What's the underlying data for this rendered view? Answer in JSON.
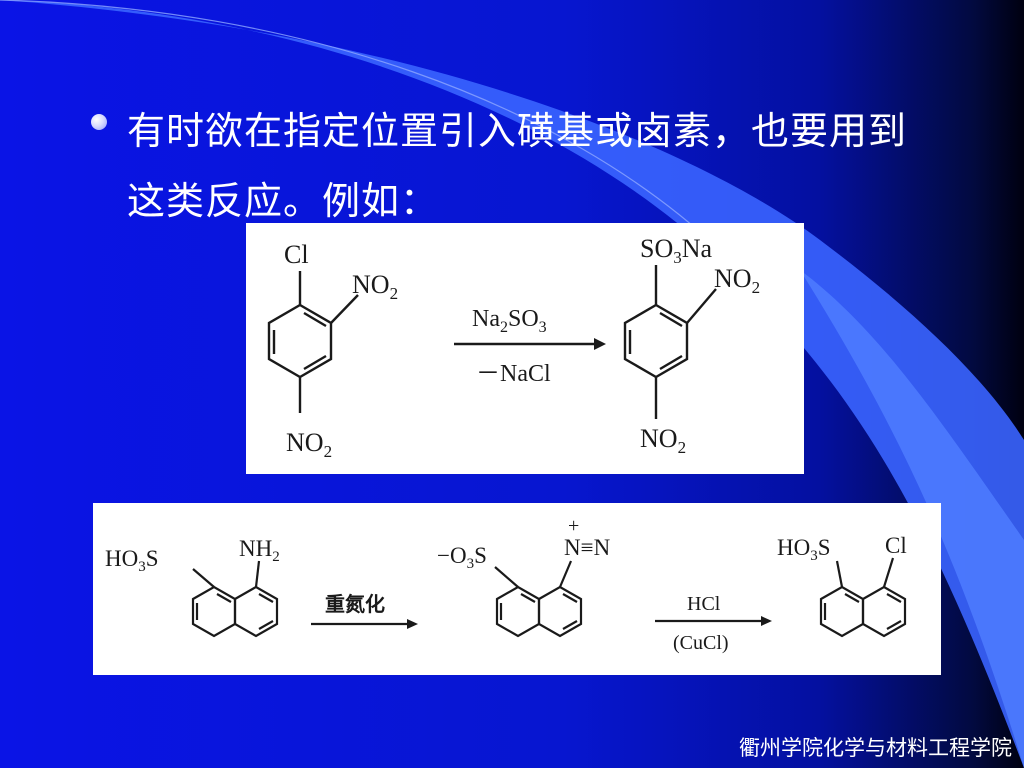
{
  "slide": {
    "bullet_line1": "有时欲在指定位置引入磺基或卤素，也要用到",
    "bullet_line2": "这类反应。例如：",
    "footer": "衢州学院化学与材料工程学院"
  },
  "reaction_1": {
    "reactant": {
      "sub1": "Cl",
      "sub2_main": "NO",
      "sub2_sub": "2",
      "sub3_main": "NO",
      "sub3_sub": "2"
    },
    "reagent_above": {
      "a": "Na",
      "a_sub": "2",
      "b": "SO",
      "b_sub": "3"
    },
    "reagent_below": "－NaCl",
    "product": {
      "sub1_a": "SO",
      "sub1_sub": "3",
      "sub1_b": "Na",
      "sub2_main": "NO",
      "sub2_sub": "2",
      "sub3_main": "NO",
      "sub3_sub": "2"
    }
  },
  "reaction_2": {
    "reactant": {
      "left_a": "HO",
      "left_sub": "3",
      "left_b": "S",
      "right_main": "NH",
      "right_sub": "2"
    },
    "step1_label": "重氮化",
    "intermediate": {
      "left_a": "−O",
      "left_sub": "3",
      "left_b": "S",
      "charge": "+",
      "right": "N≡N"
    },
    "step2_above": "HCl",
    "step2_below": "(CuCl)",
    "product": {
      "left_a": "HO",
      "left_sub": "3",
      "left_b": "S",
      "right": "Cl"
    }
  },
  "colors": {
    "background": "#0716d0",
    "text": "#ffffff",
    "panel": "#ffffff",
    "swoosh": "#3d6cff"
  }
}
